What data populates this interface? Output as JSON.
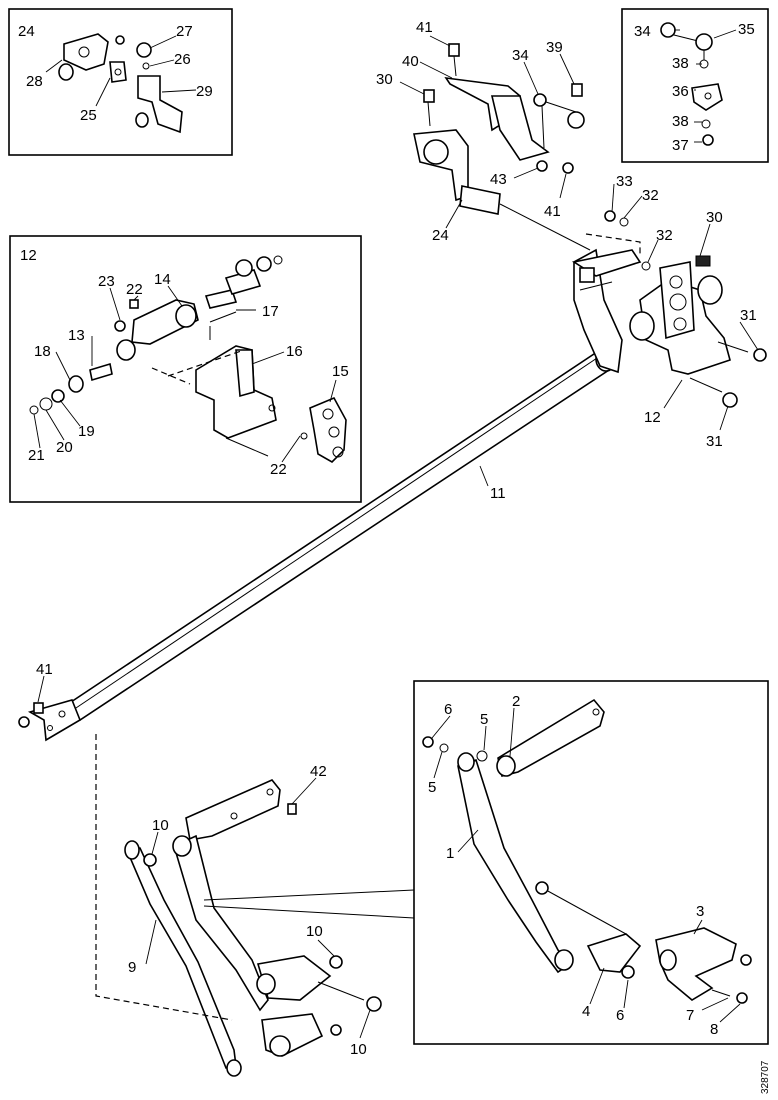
{
  "drawing_code": "328707",
  "inset_top_left": {
    "labels": [
      "24",
      "27",
      "26",
      "28",
      "25",
      "29"
    ]
  },
  "inset_top_right": {
    "labels": [
      "34",
      "35",
      "38",
      "36",
      "38",
      "37"
    ]
  },
  "inset_mid_left": {
    "labels": [
      "12",
      "23",
      "14",
      "22",
      "17",
      "13",
      "16",
      "18",
      "15",
      "19",
      "21",
      "20",
      "22"
    ]
  },
  "inset_bottom_right": {
    "labels": [
      "6",
      "2",
      "5",
      "5",
      "1",
      "3",
      "4",
      "6",
      "7",
      "8"
    ]
  },
  "main_labels": [
    "41",
    "40",
    "34",
    "39",
    "30",
    "43",
    "41",
    "24",
    "33",
    "32",
    "32",
    "30",
    "31",
    "12",
    "31",
    "11",
    "41",
    "10",
    "42",
    "9",
    "10",
    "10"
  ]
}
